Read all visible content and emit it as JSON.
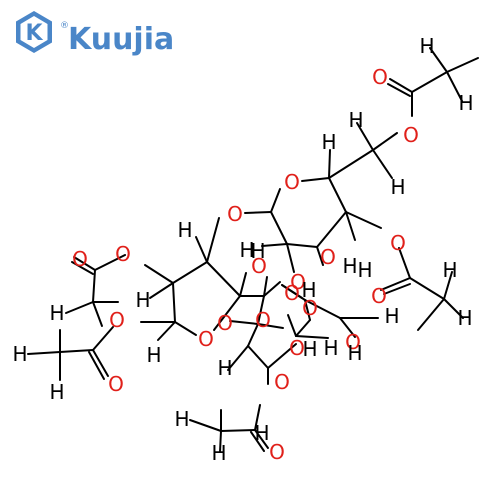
{
  "brand": {
    "name": "Kuujia",
    "mark": "K",
    "registered": "®",
    "color": "#4a86c8"
  },
  "colors": {
    "bond": "#000000",
    "carbon_hydrogen": "#000000",
    "oxygen": "#e0201a",
    "background": "#ffffff"
  },
  "atom_symbols": {
    "oxygen": "O",
    "hydrogen": "H"
  }
}
